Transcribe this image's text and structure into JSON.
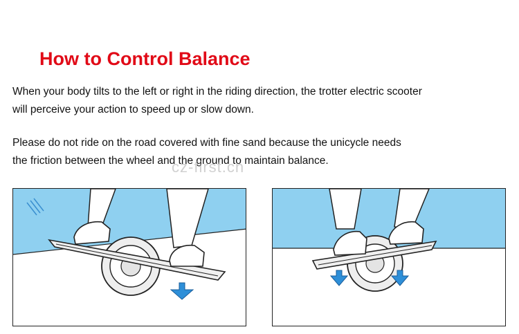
{
  "heading": "How to Control Balance",
  "paragraphs": {
    "p1_line1": "When your body tilts to the left or right in the riding direction, the trotter electric scooter",
    "p1_line2": "will perceive your action to speed up or slow down.",
    "p2_line1": "Please do not ride on the road covered with fine sand because the unicycle needs",
    "p2_line2": "the friction between the wheel and the ground to maintain balance."
  },
  "watermark": "cz-first.cn",
  "colors": {
    "heading": "#e10a17",
    "sky": "#8fd0f0",
    "arrow": "#2e8fd8",
    "outline": "#222222"
  },
  "illustrations": [
    {
      "icon": "tilted-scooter-illustration",
      "arrows": 1
    },
    {
      "icon": "level-scooter-illustration",
      "arrows": 2
    }
  ]
}
